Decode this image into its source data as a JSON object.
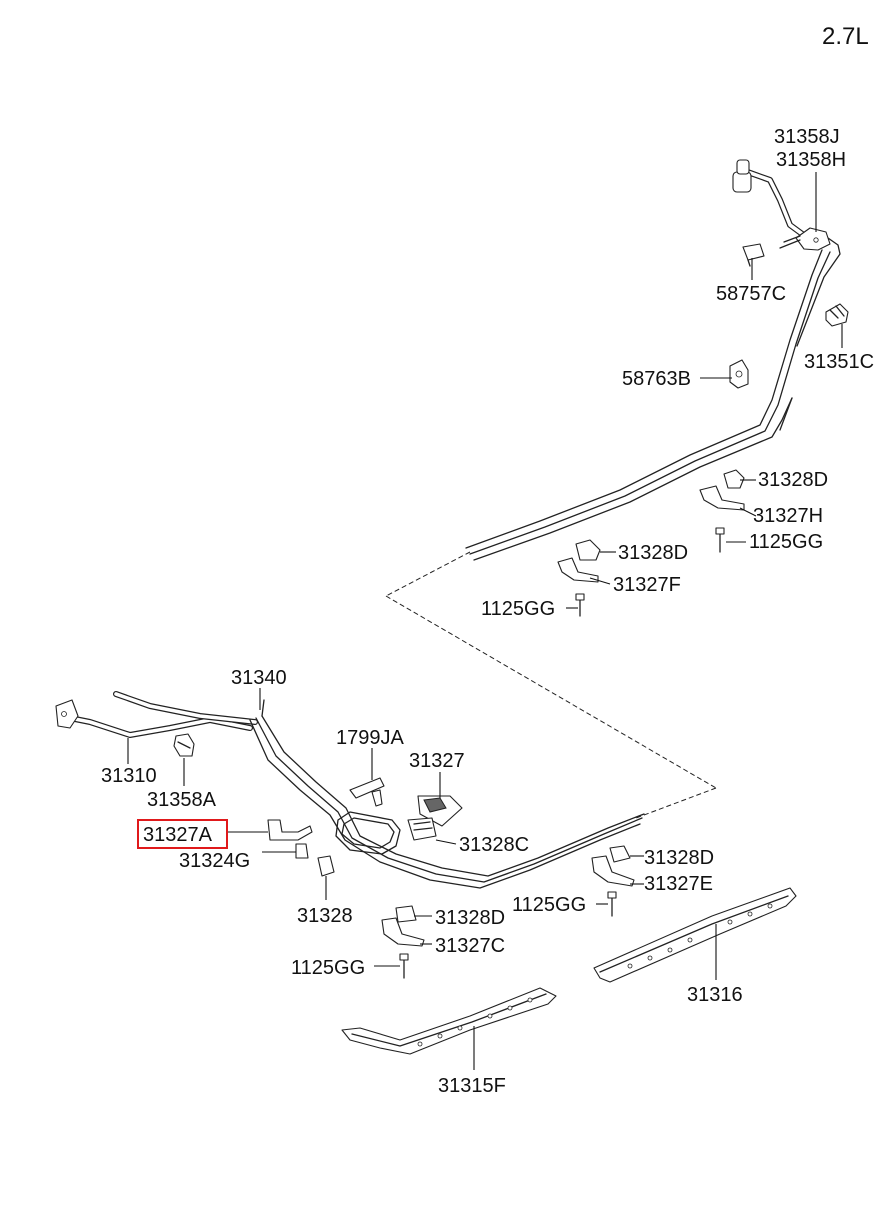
{
  "diagram": {
    "engine_label": "2.7L",
    "highlighted_part": "31327A",
    "parts": [
      {
        "id": "p_31358J",
        "label": "31358J"
      },
      {
        "id": "p_31358H",
        "label": "31358H"
      },
      {
        "id": "p_58757C",
        "label": "58757C"
      },
      {
        "id": "p_31351C",
        "label": "31351C"
      },
      {
        "id": "p_58763B",
        "label": "58763B"
      },
      {
        "id": "p_31328D_a",
        "label": "31328D"
      },
      {
        "id": "p_31327H",
        "label": "31327H"
      },
      {
        "id": "p_1125GG_a",
        "label": "1125GG"
      },
      {
        "id": "p_31328D_b",
        "label": "31328D"
      },
      {
        "id": "p_31327F",
        "label": "31327F"
      },
      {
        "id": "p_1125GG_b",
        "label": "1125GG"
      },
      {
        "id": "p_31340",
        "label": "31340"
      },
      {
        "id": "p_1799JA",
        "label": "1799JA"
      },
      {
        "id": "p_31327",
        "label": "31327"
      },
      {
        "id": "p_31310",
        "label": "31310"
      },
      {
        "id": "p_31358A",
        "label": "31358A"
      },
      {
        "id": "p_31327A",
        "label": "31327A"
      },
      {
        "id": "p_31328C",
        "label": "31328C"
      },
      {
        "id": "p_31324G",
        "label": "31324G"
      },
      {
        "id": "p_31328D_c",
        "label": "31328D"
      },
      {
        "id": "p_31327E",
        "label": "31327E"
      },
      {
        "id": "p_1125GG_c",
        "label": "1125GG"
      },
      {
        "id": "p_31328",
        "label": "31328"
      },
      {
        "id": "p_31328D_d",
        "label": "31328D"
      },
      {
        "id": "p_31327C",
        "label": "31327C"
      },
      {
        "id": "p_1125GG_d",
        "label": "1125GG"
      },
      {
        "id": "p_31316",
        "label": "31316"
      },
      {
        "id": "p_31315F",
        "label": "31315F"
      }
    ]
  }
}
